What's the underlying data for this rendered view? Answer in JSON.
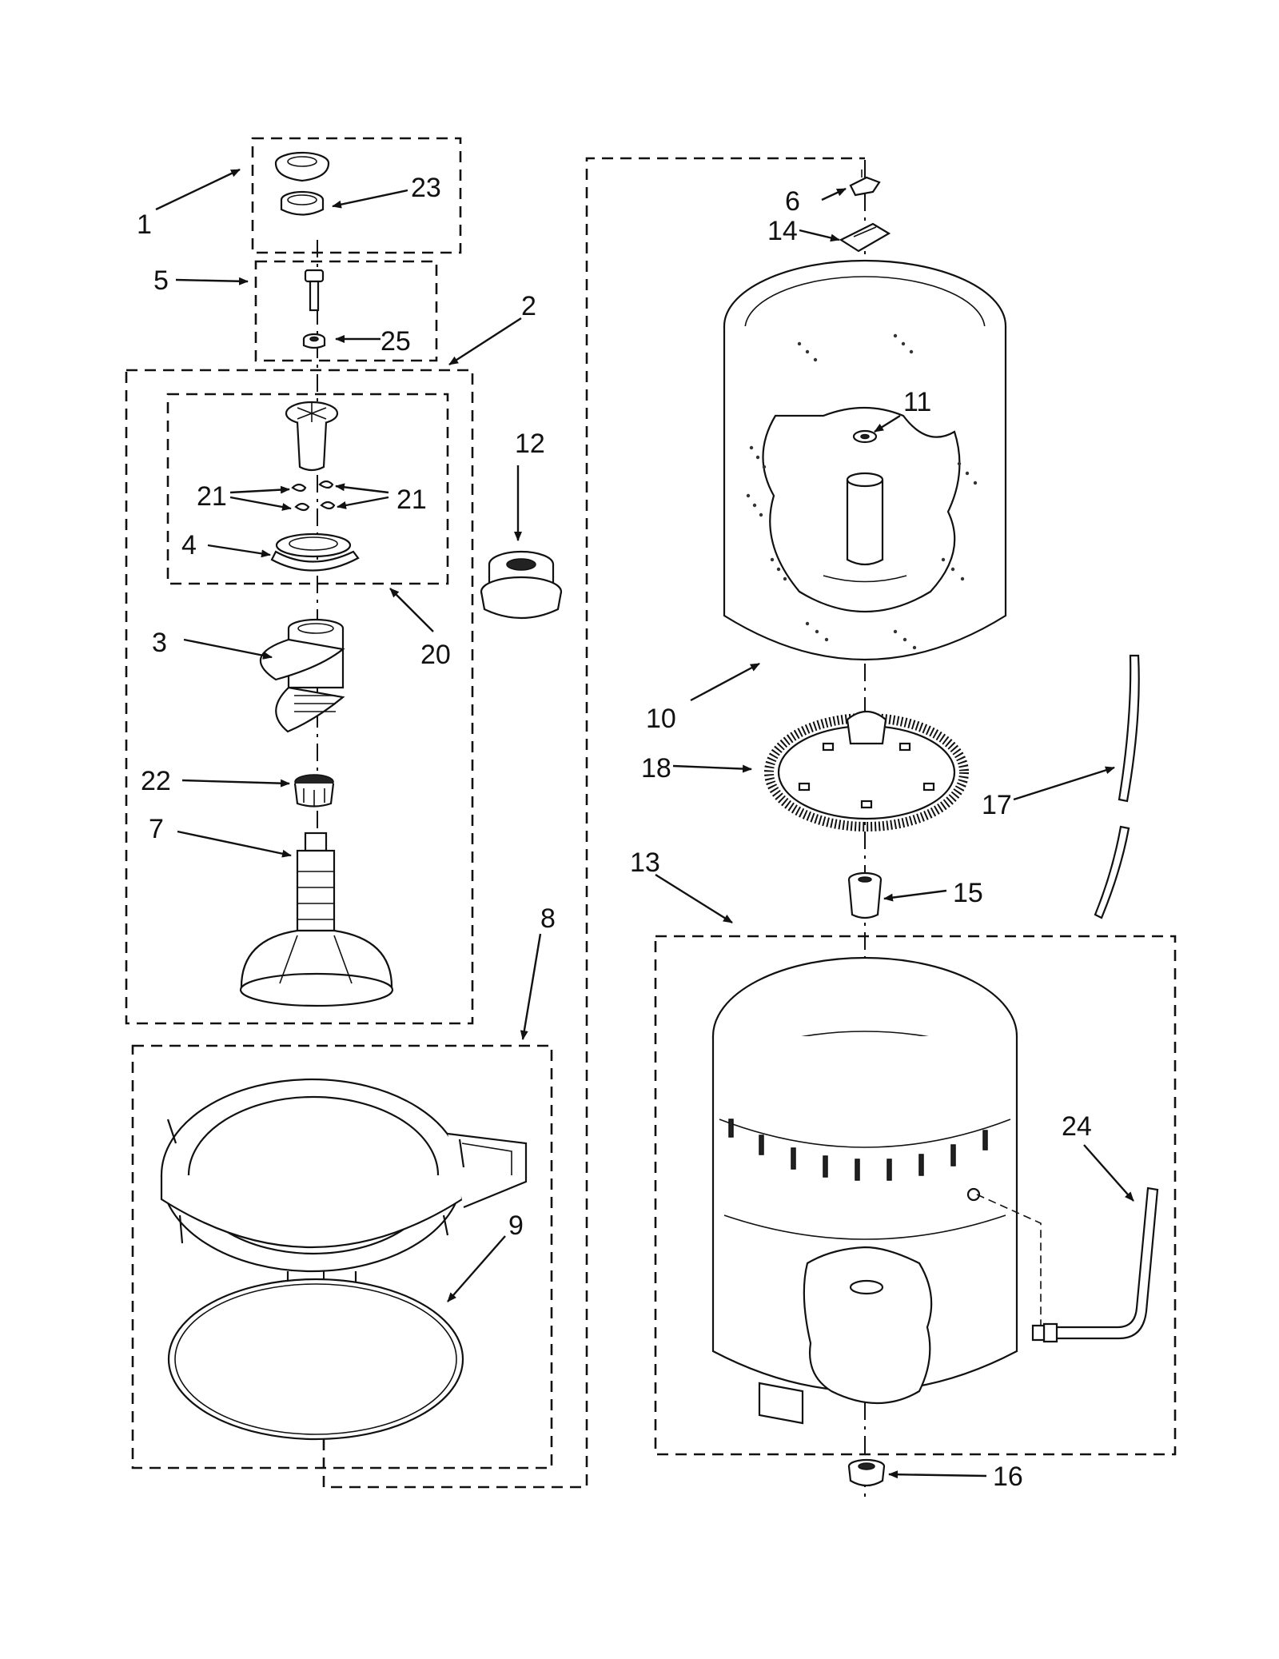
{
  "diagram": {
    "callouts": [
      {
        "id": "1",
        "text": "1"
      },
      {
        "id": "2",
        "text": "2"
      },
      {
        "id": "3",
        "text": "3"
      },
      {
        "id": "4",
        "text": "4"
      },
      {
        "id": "5",
        "text": "5"
      },
      {
        "id": "6",
        "text": "6"
      },
      {
        "id": "7",
        "text": "7"
      },
      {
        "id": "8",
        "text": "8"
      },
      {
        "id": "9",
        "text": "9"
      },
      {
        "id": "10",
        "text": "10"
      },
      {
        "id": "11",
        "text": "11"
      },
      {
        "id": "12",
        "text": "12"
      },
      {
        "id": "13",
        "text": "13"
      },
      {
        "id": "14",
        "text": "14"
      },
      {
        "id": "15",
        "text": "15"
      },
      {
        "id": "16",
        "text": "16"
      },
      {
        "id": "17",
        "text": "17"
      },
      {
        "id": "18",
        "text": "18"
      },
      {
        "id": "20",
        "text": "20"
      },
      {
        "id": "21a",
        "text": "21"
      },
      {
        "id": "21b",
        "text": "21"
      },
      {
        "id": "22",
        "text": "22"
      },
      {
        "id": "23",
        "text": "23"
      },
      {
        "id": "24",
        "text": "24"
      },
      {
        "id": "25",
        "text": "25"
      }
    ]
  }
}
